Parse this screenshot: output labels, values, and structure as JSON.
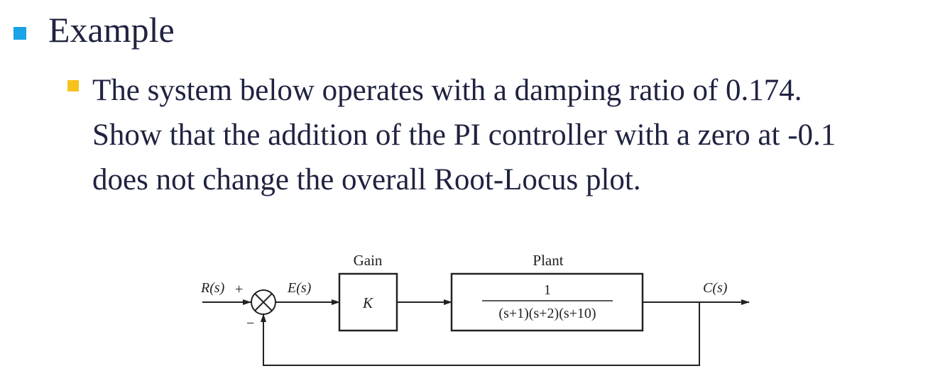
{
  "slide": {
    "heading": "Example",
    "para_line1": "The system below operates with a damping ratio of 0.174.",
    "para_line2": "Show that the addition of the PI controller with a zero at -0.1",
    "para_line3": "does not change the overall Root-Locus plot."
  },
  "diagram": {
    "input_label": "R(s)",
    "plus_sign": "+",
    "minus_sign": "−",
    "error_label": "E(s)",
    "gain_title": "Gain",
    "gain_value": "K",
    "plant_title": "Plant",
    "plant_numerator": "1",
    "plant_denominator": "(s+1)(s+2)(s+10)",
    "output_label": "C(s)"
  }
}
